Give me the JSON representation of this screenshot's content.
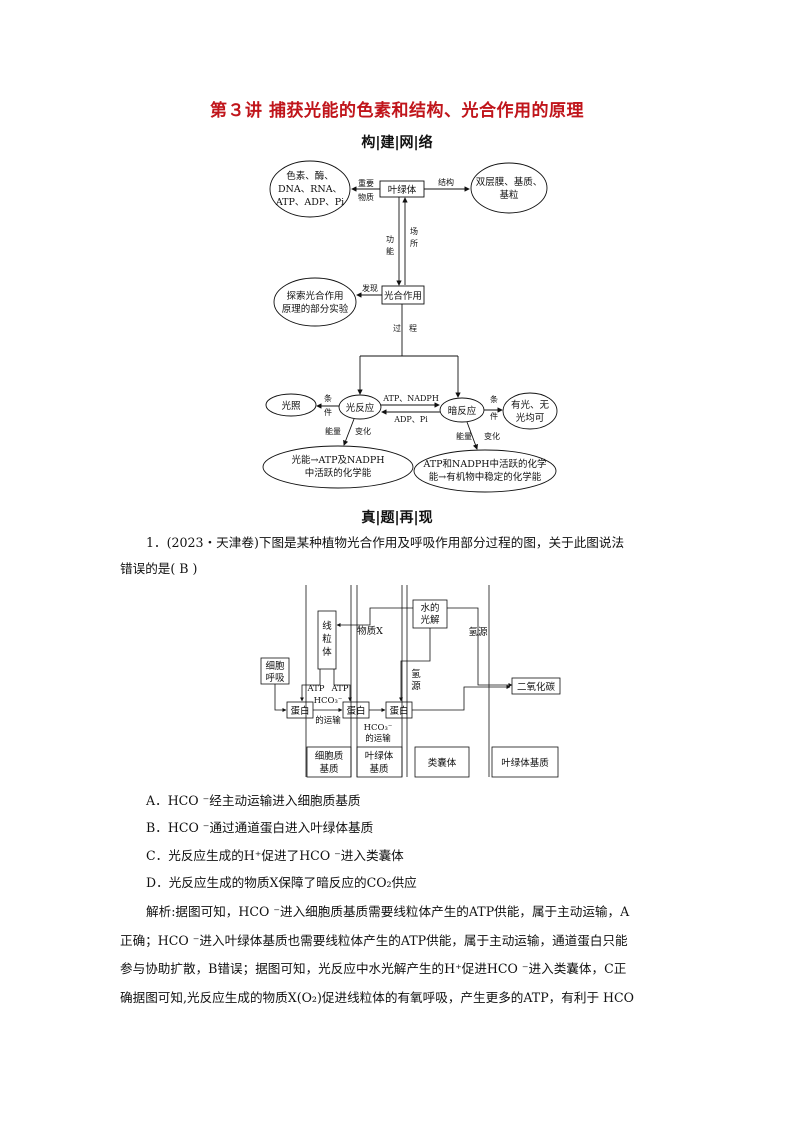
{
  "title": "第３讲 捕获光能的色素和结构、光合作用的原理",
  "section1": "构|建|网|络",
  "concept_map": {
    "pigments": [
      "色素、酶、",
      "DNA、RNA、",
      "ATP、ADP、Pi"
    ],
    "important_substance": [
      "重要",
      "物质"
    ],
    "chloroplast": "叶绿体",
    "structure": "结构",
    "membranes": [
      "双层膜、基质、",
      "基粒"
    ],
    "function": [
      "功",
      "能"
    ],
    "site": [
      "场",
      "所"
    ],
    "explore": [
      "探索光合作用",
      "原理的部分实验"
    ],
    "discover": "发现",
    "photosynthesis": "光合作用",
    "process": "过　程",
    "light": "光照",
    "condition_l": [
      "条",
      "件"
    ],
    "light_reaction": "光反应",
    "atp_nadph": "ATP、NADPH",
    "adp_pi": "ADP、Pi",
    "dark_reaction": "暗反应",
    "condition_r": [
      "条",
      "件"
    ],
    "with_without_light": [
      "有光、无",
      "光均可"
    ],
    "energy_l": "能量",
    "change_l": "变化",
    "energy_r": "能量",
    "change_r": "变化",
    "energy_out_l": [
      "光能→ATP及NADPH",
      "中活跃的化学能"
    ],
    "energy_out_r": [
      "ATP和NADPH中活跃的化学",
      "能→有机物中稳定的化学能"
    ]
  },
  "section2": "真|题|再|现",
  "question": {
    "line1": "1．(2023・天津卷)下图是某种植物光合作用及呼吸作用部分过程的图，关于此图说法",
    "line2": "错误的是( B )"
  },
  "figure": {
    "respiration": [
      "细胞",
      "呼吸"
    ],
    "mitochondria": [
      "线",
      "粒",
      "体"
    ],
    "substance_x": "物质X",
    "water_split": [
      "水的",
      "光解"
    ],
    "hydrogen_right": "氢源",
    "hydrogen_mid": [
      "氢",
      "源"
    ],
    "atp_left": "ATP",
    "atp_right": "ATP",
    "protein1": "蛋白",
    "protein2": "蛋白",
    "protein3": "蛋白",
    "hco3_transport_1": [
      "HCO₃⁻",
      "的运输"
    ],
    "hco3_transport_2": [
      "HCO₃⁻",
      "的运输"
    ],
    "co2": "二氧化碳",
    "cytoplasm_matrix": [
      "细胞质",
      "基质"
    ],
    "chloroplast_matrix_l": [
      "叶绿体",
      "基质"
    ],
    "thylakoid": "类囊体",
    "chloroplast_matrix_r": "叶绿体基质"
  },
  "options": [
    "A．HCO ⁻经主动运输进入细胞质基质",
    "B．HCO ⁻通过通道蛋白进入叶绿体基质",
    "C．光反应生成的H⁺促进了HCO ⁻进入类囊体",
    "D．光反应生成的物质X保障了暗反应的CO₂供应"
  ],
  "analysis": [
    "解析:据图可知，HCO ⁻进入细胞质基质需要线粒体产生的ATP供能，属于主动运输，A",
    "正确；HCO ⁻进入叶绿体基质也需要线粒体产生的ATP供能，属于主动运输，通道蛋白只能",
    "参与协助扩散，B错误；据图可知，光反应中水光解产生的H⁺促进HCO ⁻进入类囊体，C正",
    "确据图可知,光反应生成的物质X(O₂)促进线粒体的有氧呼吸，产生更多的ATP，有利于 HCO"
  ]
}
